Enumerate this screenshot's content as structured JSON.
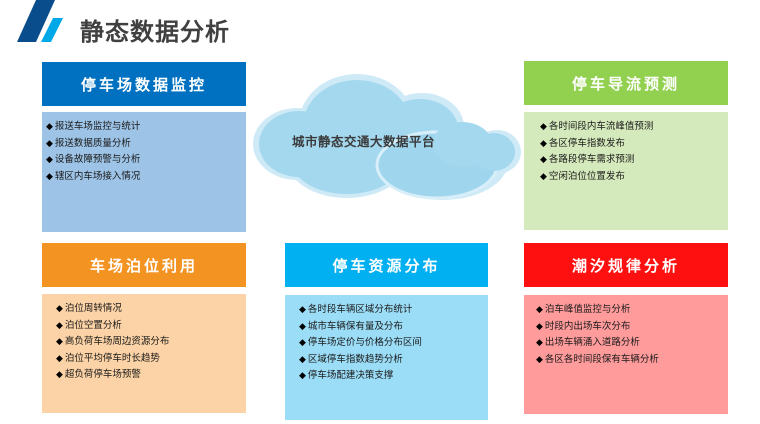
{
  "header": {
    "title": "静态数据分析",
    "logo_colors": {
      "dark": "#0a4d8c",
      "light": "#00a8e8"
    }
  },
  "center": {
    "label": "城市静态交通大数据平台",
    "cloud_color": "#a4d8ef"
  },
  "modules": [
    {
      "id": "parking-monitoring",
      "title": "停车场数据监控",
      "header_color": "#0070c0",
      "body_color": "#9dc3e6",
      "items": [
        "报送车场监控与统计",
        "报送数据质量分析",
        "设备故障预警与分析",
        "辖区内车场接入情况"
      ]
    },
    {
      "id": "parking-guidance",
      "title": "停车导流预测",
      "header_color": "#92d050",
      "body_color": "#d5eabc",
      "items": [
        "各时间段内车流峰值预测",
        "各区停车指数发布",
        "各路段停车需求预测",
        "空闲泊位位置发布"
      ]
    },
    {
      "id": "berth-utilization",
      "title": "车场泊位利用",
      "header_color": "#f39322",
      "body_color": "#fcd3a6",
      "items": [
        "泊位周转情况",
        "泊位空置分析",
        "高负荷车场周边资源分布",
        "泊位平均停车时长趋势",
        "超负荷停车场预警"
      ]
    },
    {
      "id": "resource-distribution",
      "title": "停车资源分布",
      "header_color": "#00b0f0",
      "body_color": "#9bdcf7",
      "items": [
        "各时段车辆区域分布统计",
        "城市车辆保有量及分布",
        "停车场定价与价格分布区间",
        "区域停车指数趋势分析",
        "停车场配建决策支撑"
      ]
    },
    {
      "id": "tidal-analysis",
      "title": "潮汐规律分析",
      "header_color": "#ff1010",
      "body_color": "#ff9b9b",
      "items": [
        "泊车峰值监控与分析",
        "时段内出场车次分布",
        "出场车辆涌入道路分析",
        "各区各时间段保有车辆分析"
      ]
    }
  ],
  "bullet_glyph": "◆"
}
